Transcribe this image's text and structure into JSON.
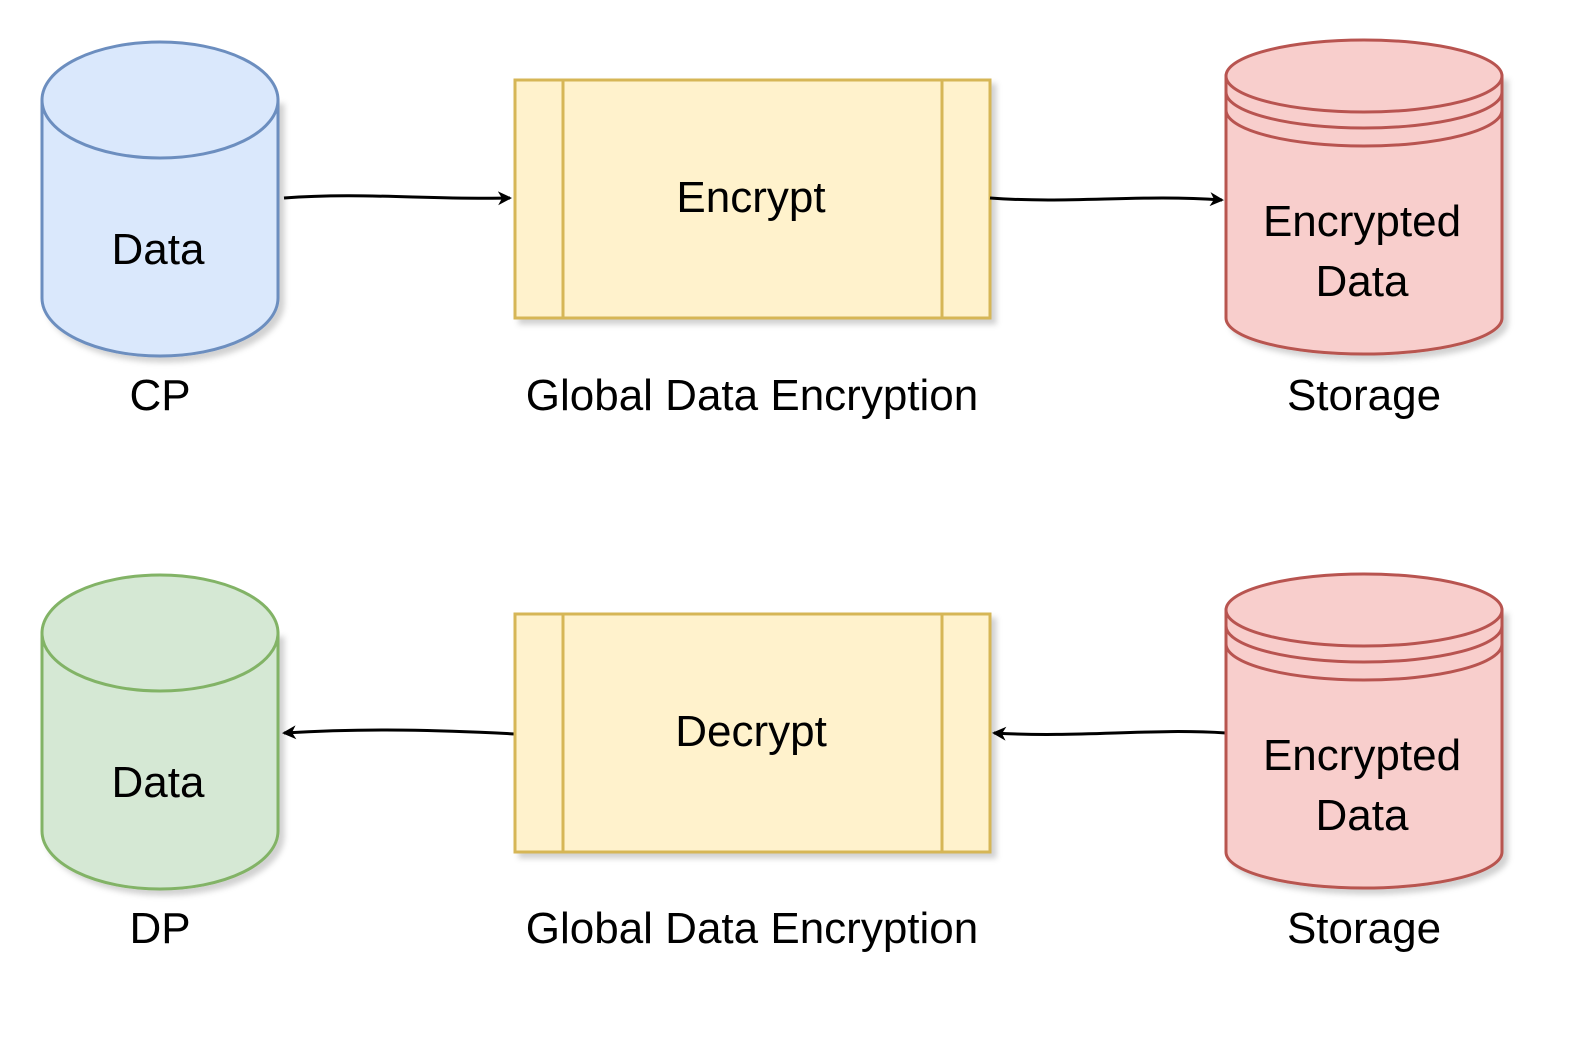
{
  "colors": {
    "cp_fill": "#dae8fc",
    "cp_stroke": "#6c8ebf",
    "dp_fill": "#d5e8d4",
    "dp_stroke": "#82b366",
    "process_fill": "#fff2cc",
    "process_stroke": "#d6b656",
    "storage_fill": "#f8cecc",
    "storage_stroke": "#b85450",
    "arrow": "#000000"
  },
  "encrypt_flow": {
    "source": {
      "text": "Data",
      "caption": "CP"
    },
    "process": {
      "text": "Encrypt",
      "caption": "Global Data Encryption"
    },
    "target": {
      "text_line1": "Encrypted",
      "text_line2": "Data",
      "caption": "Storage"
    }
  },
  "decrypt_flow": {
    "target": {
      "text": "Data",
      "caption": "DP"
    },
    "process": {
      "text": "Decrypt",
      "caption": "Global Data Encryption"
    },
    "source": {
      "text_line1": "Encrypted",
      "text_line2": "Data",
      "caption": "Storage"
    }
  }
}
